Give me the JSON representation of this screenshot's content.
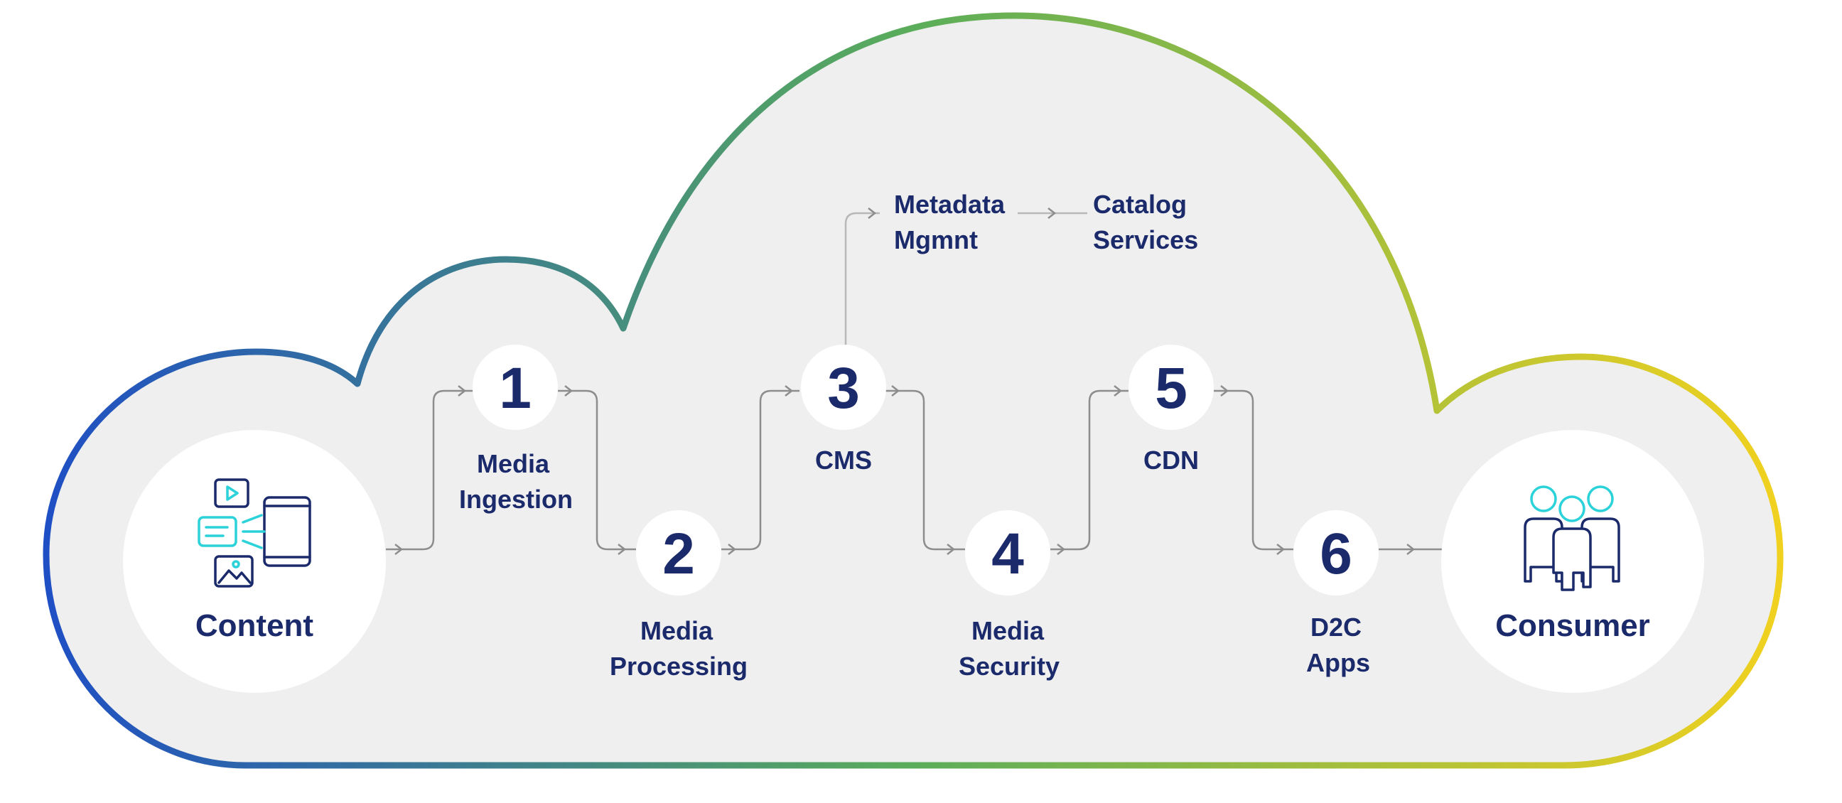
{
  "colors": {
    "gradient_start": "#1f4fc4",
    "gradient_mid": "#5aad5a",
    "gradient_end": "#f1d11f",
    "cloud_fill": "#efefef",
    "text": "#1b2a6b",
    "icon_accent": "#2cd2d9",
    "connector": "#8d8d8d"
  },
  "nodes": {
    "content": {
      "label": "Content",
      "icon": "content-media-icon"
    },
    "consumer": {
      "label": "Consumer",
      "icon": "people-group-icon"
    },
    "steps": [
      {
        "number": "1",
        "lines": [
          "Media",
          "Ingestion"
        ]
      },
      {
        "number": "2",
        "lines": [
          "Media",
          "Processing"
        ]
      },
      {
        "number": "3",
        "lines": [
          "CMS"
        ]
      },
      {
        "number": "4",
        "lines": [
          "Media",
          "Security"
        ]
      },
      {
        "number": "5",
        "lines": [
          "CDN"
        ]
      },
      {
        "number": "6",
        "lines": [
          "D2C",
          "Apps"
        ]
      }
    ],
    "branch": [
      {
        "lines": [
          "Metadata",
          "Mgmnt"
        ]
      },
      {
        "lines": [
          "Catalog",
          "Services"
        ]
      }
    ]
  }
}
